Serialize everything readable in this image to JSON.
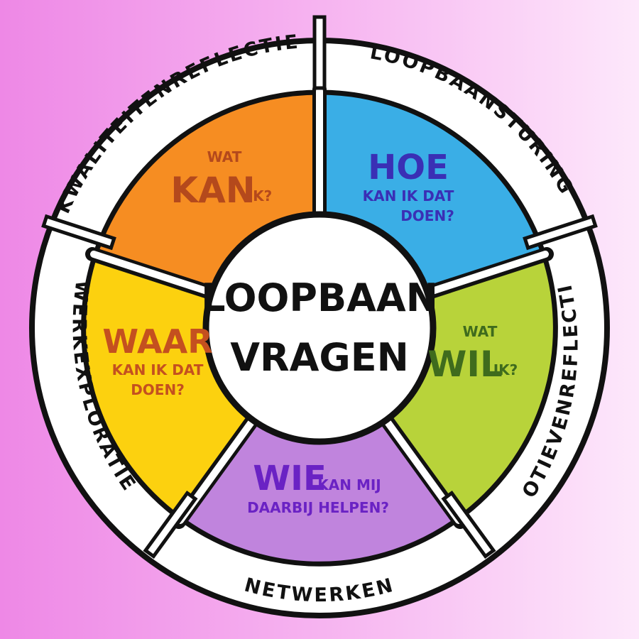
{
  "center": {
    "line1": "LOOPBAAN",
    "line2": "VRAGEN"
  },
  "segments": [
    {
      "id": "kan",
      "fill": "#f68d22",
      "text_color": "#b4491c",
      "small_above": "WAT",
      "big": "KAN",
      "small_inline": "IK?",
      "lines": []
    },
    {
      "id": "hoe",
      "fill": "#3aaee6",
      "text_color": "#3a2fb5",
      "big": "HOE",
      "lines": [
        "KAN IK DAT",
        "DOEN?"
      ]
    },
    {
      "id": "wil",
      "fill": "#b8d33a",
      "text_color": "#3f6b1d",
      "small_above": "WAT",
      "big": "WIL",
      "small_inline": "IK?",
      "lines": []
    },
    {
      "id": "wie",
      "fill": "#c084dd",
      "text_color": "#6a22c4",
      "big": "WIE",
      "small_inline": "KAN MIJ",
      "lines": [
        "DAARBIJ HELPEN?"
      ]
    },
    {
      "id": "waar",
      "fill": "#fcd10f",
      "text_color": "#c4501f",
      "big": "WAAR",
      "lines": [
        "KAN IK DAT",
        "DOEN?"
      ]
    }
  ],
  "ring_labels": [
    "KWALITEITENREFLECTIE",
    "LOOPBAANSTURING",
    "MOTIEVENREFLECTIE",
    "NETWERKEN",
    "WERKEXPLORATIE"
  ],
  "colors": {
    "outline": "#111111",
    "ring": "#ffffff"
  }
}
